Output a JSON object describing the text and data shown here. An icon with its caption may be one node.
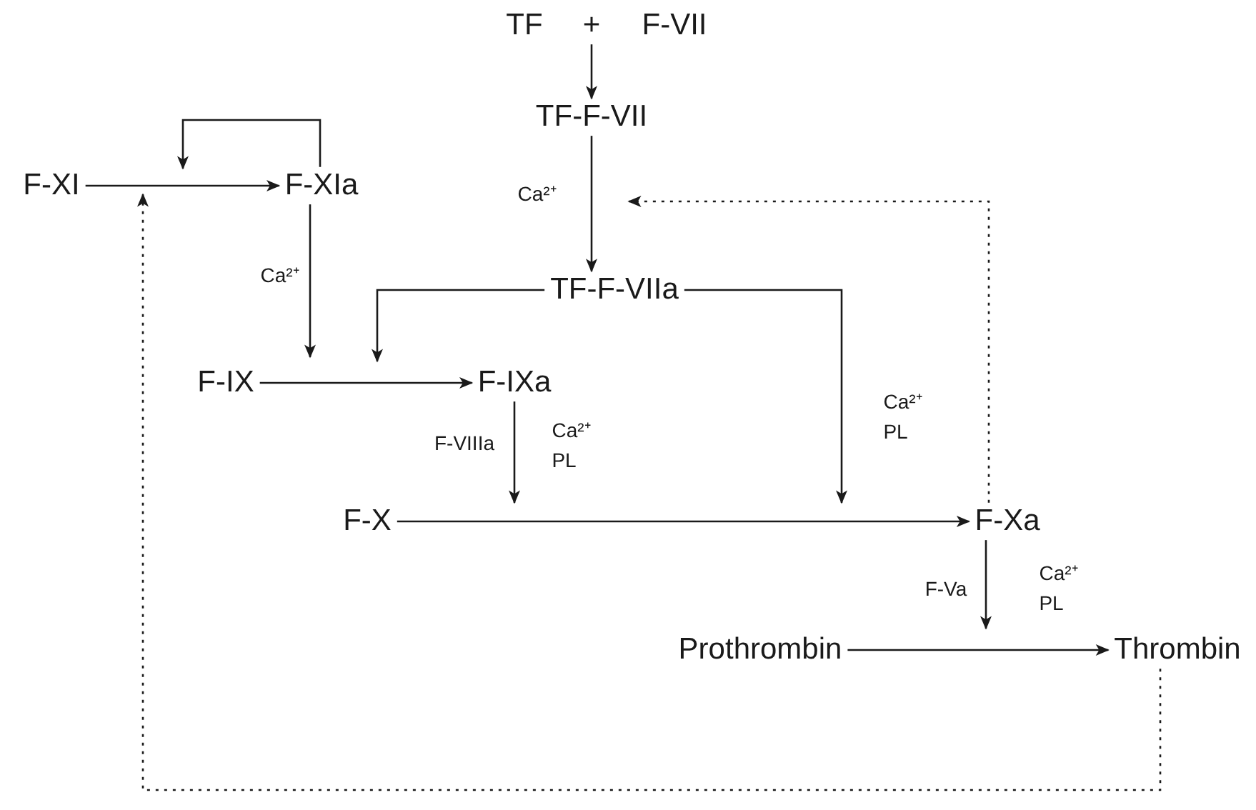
{
  "diagram": {
    "nodes": [
      {
        "text": [
          "TF"
        ]
      },
      {
        "text": [
          "F-VII"
        ]
      },
      {
        "text": [
          "TF-F-VII"
        ]
      },
      {
        "text": [
          "F-XI"
        ]
      },
      {
        "text": [
          "F-XIa"
        ]
      },
      {
        "text": [
          "TF-F-VIIa"
        ]
      },
      {
        "text": [
          "F-IX"
        ]
      },
      {
        "text": [
          "F-IXa"
        ]
      },
      {
        "text": [
          "F-X"
        ]
      },
      {
        "text": [
          "F-Xa"
        ]
      },
      {
        "text": [
          "Prothrombin"
        ]
      },
      {
        "text": [
          "Thrombin"
        ]
      }
    ],
    "edges": [
      {
        "from": 0,
        "to": 2,
        "arrow": "to"
      },
      {
        "from": 1,
        "to": 2,
        "arrow": "to"
      },
      {
        "from": 2,
        "to": 5,
        "arrow": "to",
        "label": "Ca²⁺"
      },
      {
        "from": 3,
        "to": 4,
        "arrow": "to"
      },
      {
        "from": 4,
        "to": null,
        "arrow": "to"
      },
      {
        "from": 4,
        "to": null,
        "arrow": "to",
        "label": "Ca²⁺"
      },
      {
        "from": 5,
        "to": null,
        "arrow": "to"
      },
      {
        "from": 6,
        "to": 7,
        "arrow": "to"
      },
      {
        "from": 7,
        "to": null,
        "arrow": "to",
        "label": "Ca²⁺ PL"
      },
      {
        "from": 5,
        "to": null,
        "arrow": "to",
        "label": "Ca²⁺ PL"
      },
      {
        "from": 8,
        "to": 9,
        "arrow": "to"
      },
      {
        "from": 9,
        "to": null,
        "arrow": "to",
        "label": "Ca²⁺ PL"
      },
      {
        "from": 10,
        "to": 11,
        "arrow": "to"
      },
      {
        "from": 9,
        "to": null,
        "arrow": "to",
        "style": "dashed"
      },
      {
        "from": 11,
        "to": null,
        "arrow": "to",
        "style": "dashed"
      }
    ],
    "labels": [
      "+",
      "F-VIIIa",
      "F-Va"
    ]
  }
}
